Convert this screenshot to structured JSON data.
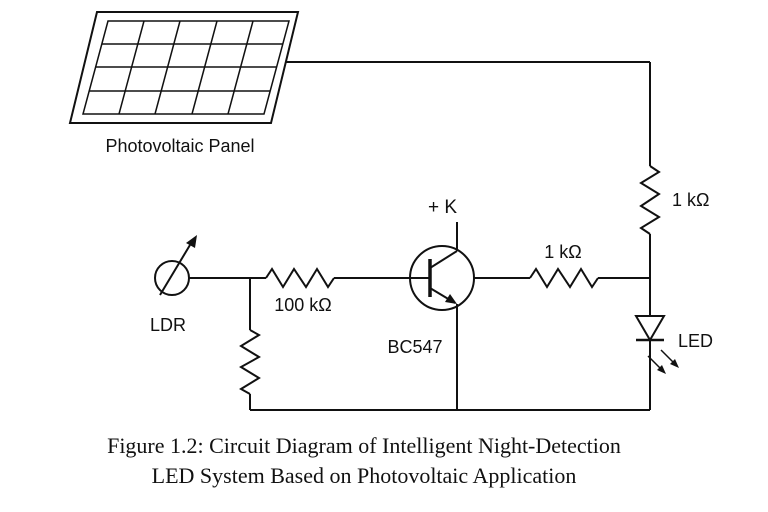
{
  "labels": {
    "panel": "Photovoltaic Panel",
    "ldr": "LDR",
    "r_base": "100 kΩ",
    "transistor": "BC547",
    "supply": "+ K",
    "r_horizontal": "1 kΩ",
    "r_vertical": "1 kΩ",
    "led": "LED"
  },
  "caption": {
    "line1": "Figure 1.2: Circuit Diagram of Intelligent Night-Detection",
    "line2": "LED System Based on Photovoltaic Application"
  },
  "colors": {
    "line": "#111111",
    "background": "#ffffff"
  }
}
